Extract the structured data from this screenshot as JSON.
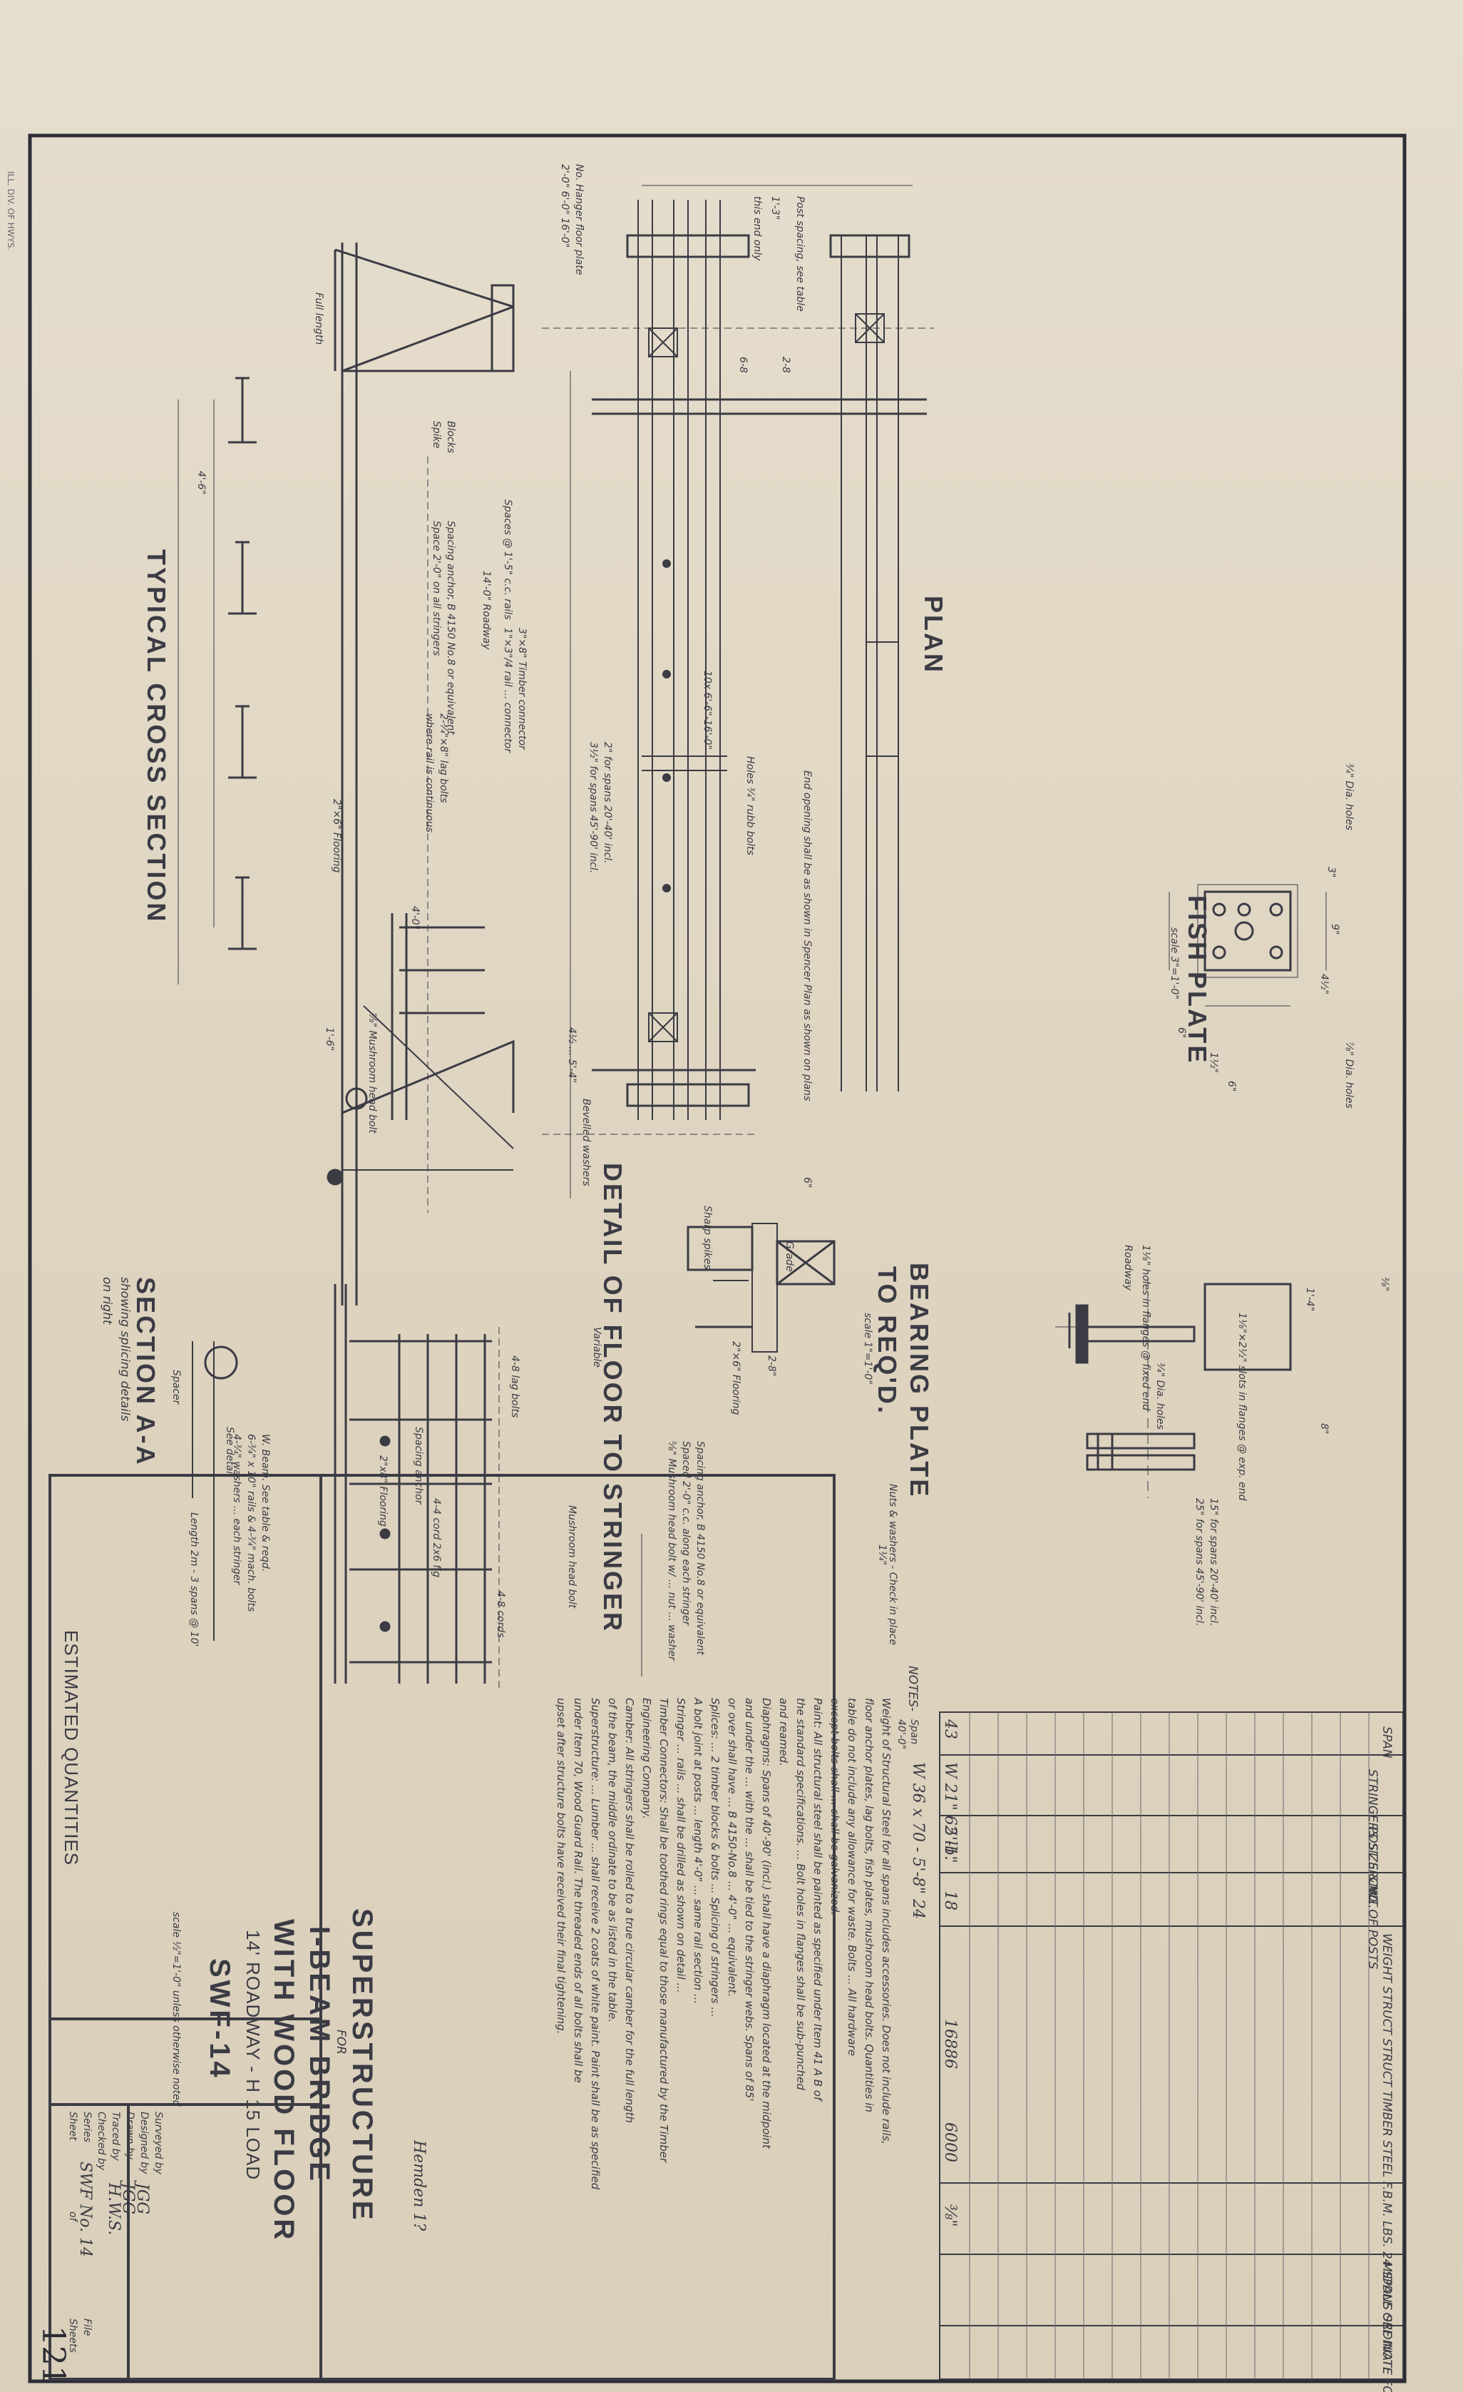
{
  "page_number": "121",
  "fish_plate": {
    "title": "FISH PLATE",
    "scale": "scale 3\"=1'-0\"",
    "hole_note_1": "¾\" Dia. holes",
    "hole_note_2": "⅞\" Dia. holes",
    "dims": [
      "3\"",
      "9\"",
      "4½\"",
      "6\"",
      "1½\"",
      "6\""
    ]
  },
  "bearing_plate": {
    "title_line1": "BEARING PLATE",
    "title_line2": "TO REQ'D.",
    "scale": "scale 1\"=1'-0\"",
    "notes": [
      "¾\" Dia. holes",
      "1¼\"",
      "15\" for spans 20'-40' incl.",
      "25\" for spans 45'-90' incl.",
      "1'-4\"",
      "8\"",
      "⅜\"",
      "Nuts & washers - Check in place",
      "1⅛\" holes in flanges @ fixed end",
      "1⅛\"×2½\" slots in flanges @ exp. end",
      "Roadway"
    ]
  },
  "plan": {
    "title": "PLAN",
    "notes": [
      "Post spacing, see table",
      "1'-3\"",
      "this end only",
      "2-8",
      "6-8",
      "10x 6'-6\"-16'-0\"",
      "Holes ¾\" rubb bolts",
      "End opening shall be as shown in Spencer Plan as shown on plans",
      "2\" for spans 20'-40' incl.",
      "3½\" for spans 45'-90' incl."
    ]
  },
  "typical_section": {
    "title": "TYPICAL CROSS SECTION",
    "notes": [
      "No. Hanger floor plate",
      "2'-0\" 6'-0\" 16'-0\"",
      "Full length",
      "Blocks",
      "Spike",
      "4'-6\"",
      "Spacing anchor, B 4150 No.8 or equivalent",
      "Space 2'-0\" on all stringers",
      "14'-0\" Roadway",
      "Spaces @ 1'-5\" c.c. rails",
      "3\"×8\" Timber connector",
      "1\"×3\"/4 rail ... connector",
      "2-¾\"×8\" lag bolts",
      "where rail is continuous",
      "2\"×6\" Flooring",
      "4'-0\"",
      "1'-6\"",
      "⅝\" Mushroom head bolt",
      "Bevelled washers",
      "4½ ... 5'-4\""
    ]
  },
  "floor_detail": {
    "title": "DETAIL OF FLOOR TO STRINGER",
    "notes": [
      "Sharp spikes",
      "6\"",
      "2-8\"",
      "2\"×6\" Flooring",
      "Spacing anchor, B 4150 No.8 or equivalent",
      "Spaced 2'-0\" c.c. along each stringer",
      "⅝\" Mushroom head bolt w/ ... nut ... washer",
      "Variable",
      "Grade"
    ]
  },
  "section_aa": {
    "title": "SECTION A-A",
    "subtitle_1": "showing splicing details",
    "subtitle_2": "on right",
    "notes": [
      "Length 2m - 3 spans @ 10'",
      "See detail",
      "Spacer",
      "W. Beam. See table & reqd.",
      "6-¾\" x 10\" rails & 4-¾\" mach. bolts",
      "4-¾\" washers ... each stringer",
      "Spacing anchor",
      "4-4 cord 2x6 fig",
      "2\"x8\" Flooring",
      "Mushroom head bolt",
      "4-8 lag bolts",
      "4-8 cords"
    ]
  },
  "estimated_quantities": {
    "label": "ESTIMATED QUANTITIES"
  },
  "title_block": {
    "line1": "SUPERSTRUCTURE",
    "line2": "FOR",
    "line3": "I-BEAM BRIDGE",
    "line4": "WITH WOOD FLOOR",
    "line5": "14' ROADWAY - H 15 LOAD",
    "drawing_no": "SWF-14",
    "scale_note": "scale ½\"=1'-0\" unless otherwise noted",
    "surveyed_by_label": "Surveyed by",
    "designed_by_label": "Designed by",
    "designed_by": "JGG",
    "drawn_by_label": "Drawn by",
    "drawn_by": "JGG",
    "traced_by_label": "Traced by",
    "traced_by": "H.W.S.",
    "checked_by_label": "Checked by",
    "series_label": "Series",
    "series": "SWF No. 14",
    "sheet_label": "Sheet",
    "of_label": "of",
    "file_label": "File",
    "sheets_label": "Sheets",
    "margin_note": "Hemden 1?"
  },
  "notes": {
    "heading": "NOTES-",
    "lines": [
      "Weight of Structural Steel for all spans includes accessories. Does not include rails,",
      "floor anchor plates, lag bolts, fish plates, mushroom head bolts. Quantities in",
      "table do not include any allowance for waste. Bolts ... All hardware",
      "except bolts shall ... shall be galvanized.",
      "Paint: All structural steel shall be painted as specified under Item 41 A B of",
      "the standard specifications. ... Bolt holes in flanges shall be sub-punched",
      "and reamed.",
      "Diaphragms: Spans of 40'-90' (incl.) shall have a diaphragm located at the midpoint",
      "and under the ... with the ... shall be tied to the stringer webs. Spans of 85'",
      "or over shall have ... B 4150-No.8 ... 4'-0\" ... equivalent.",
      "Splices: ... 2 timber blocks & bolts ... Splicing of stringers ...",
      "A bolt joint at posts ... length 4'-0\" ... same rail section ...",
      "Stringer ... rails ... shall be drilled as shown on detail ...",
      "Timber Connectors: Shall be toothed rings equal to those manufactured by the Timber",
      "Engineering Company.",
      "Camber: All stringers shall be rolled to a true circular camber for the full length",
      "of the beam, the middle ordinate to be as listed in the table.",
      "Superstructure: ... Lumber ... shall receive 2 coats of white paint. Paint shall be as specified",
      "under Item 70, Wood Guard Rail. The threaded ends of all bolts shall be",
      "upset after structure bolts have received their final tightening."
    ]
  },
  "weight_table": {
    "headers": [
      "SPAN",
      "STRINGERS SIZE & WT.",
      "POST SPCNG",
      "NO. OF POSTS",
      "WEIGHT STRUCT STRUCT TIMBER STEEL F.B.M. LBS. 24 SPANS SEE NOTE",
      "MIDDLE ORDINATE FOR CAMBER"
    ],
    "rows": [
      {
        "span": "43",
        "stringers": "W 21\" 62 lb.",
        "post_spacing": "5'-1\"",
        "posts": "18",
        "steel": "16886",
        "timber": "6000",
        "camber": "⅜\""
      }
    ],
    "row_note_1": "Span",
    "row_note_2": "40'-0\"",
    "row_note_3": "W 36 x 70 - 5'-8\" 24"
  },
  "margin_stamp": "ILL. DIV. OF HWYS.",
  "colors": {
    "paper": "#e2d9c7",
    "ink": "#3b3b44",
    "ink_faint": "#6a6a70",
    "border": "#2d2d36"
  }
}
